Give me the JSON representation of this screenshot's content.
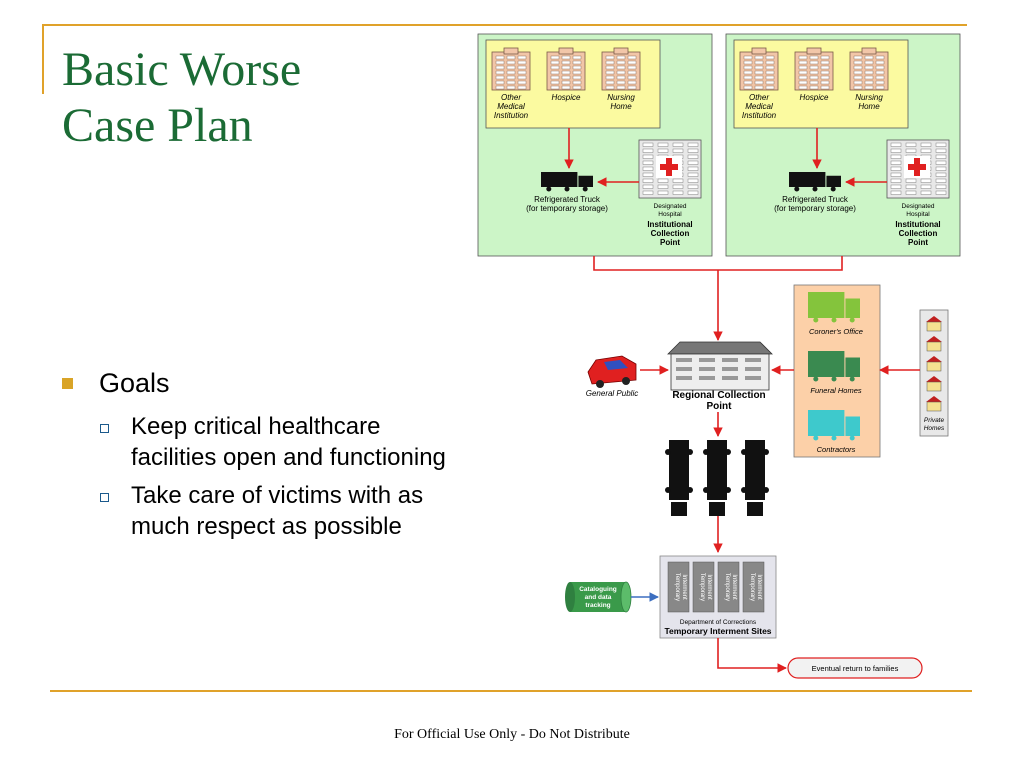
{
  "slide": {
    "title_line1": "Basic Worse",
    "title_line2": "Case Plan",
    "goals_label": "Goals",
    "sub_items": [
      "Keep critical healthcare facilities open and functioning",
      "Take care of victims with as much respect as possible"
    ],
    "footer": "For Official Use Only - Do Not Distribute"
  },
  "diagram": {
    "region_panels": [
      {
        "institutions": [
          [
            "Other",
            "Medical",
            "Institution"
          ],
          [
            "Hospice"
          ],
          [
            "Nursing",
            "Home"
          ]
        ],
        "truck_label": [
          "Refrigerated Truck",
          "(for temporary storage)"
        ],
        "hospital_label": [
          "Designated",
          "Hospital"
        ],
        "collection_label": [
          "Institutional",
          "Collection",
          "Point"
        ]
      },
      {
        "institutions": [
          [
            "Other",
            "Medical",
            "Institution"
          ],
          [
            "Hospice"
          ],
          [
            "Nursing",
            "Home"
          ]
        ],
        "truck_label": [
          "Refrigerated Truck",
          "(for temporary storage)"
        ],
        "hospital_label": [
          "Designated",
          "Hospital"
        ],
        "collection_label": [
          "Institutional",
          "Collection",
          "Point"
        ]
      }
    ],
    "regional_point": [
      "Regional Collection",
      "Point"
    ],
    "general_public": "General Public",
    "service_providers": [
      "Coroner's Office",
      "Funeral Homes",
      "Contractors"
    ],
    "private_homes": [
      "Private",
      "Homes"
    ],
    "interment_slot": [
      "Temporary",
      "Interment"
    ],
    "interment_dept": "Department of Corrections",
    "interment_title": "Temporary Interment Sites",
    "cataloguing": [
      "Cataloguing",
      "and data",
      "tracking"
    ],
    "eventual_return": "Eventual return to families",
    "colors": {
      "title": "#1b6b35",
      "accent_rule": "#e0a22a",
      "panel_fill": "#ccf5c7",
      "institution_fill": "#fbfaa0",
      "arrow_red": "#e02020",
      "provider_fill": "#fcd0a8",
      "cataloguing_fill": "#3a9a4a"
    }
  }
}
